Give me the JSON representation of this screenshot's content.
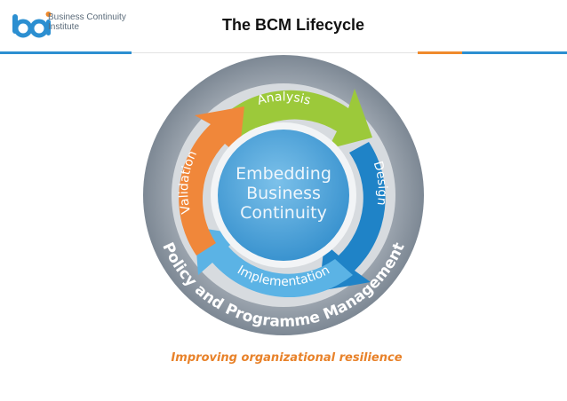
{
  "header": {
    "title": "The BCM Lifecycle",
    "logo_line1": "Business Continuity",
    "logo_line2": "Institute"
  },
  "diagram": {
    "center_line1": "Embedding",
    "center_line2": "Business",
    "center_line3": "Continuity",
    "stages": {
      "analysis": "Analysis",
      "design": "Design",
      "implementation": "Implementation",
      "validation": "Validation"
    },
    "outer_ring": "Policy and Programme Management",
    "colors": {
      "analysis": "#9cc93a",
      "design": "#1f83c7",
      "implementation": "#5bb3e5",
      "validation": "#f0873a",
      "outer_ring": "#8f9aa6",
      "center": "#4aa5dc"
    }
  },
  "footer": {
    "caption": "Improving organizational resilience"
  }
}
